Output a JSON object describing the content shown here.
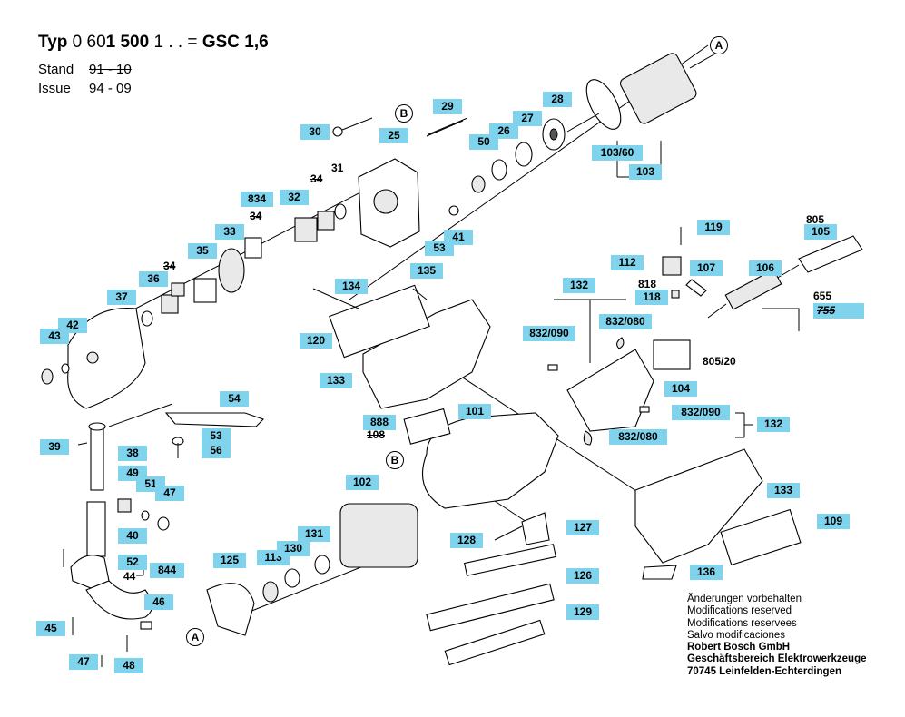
{
  "header": {
    "typ_label": "Typ",
    "typ_number_normal": "0 60",
    "typ_number_bold": "1 500",
    "typ_suffix": "1 . . =",
    "model": "GSC 1,6",
    "stand_label": "Stand",
    "stand_value": "91 - 10",
    "issue_label": "Issue",
    "issue_value": "94 - 09"
  },
  "part_labels": {
    "p30": "30",
    "p29": "29",
    "p28": "28",
    "p27": "27",
    "p26": "26",
    "p50": "50",
    "p25": "25",
    "p31": "31",
    "p34a": "34",
    "p834": "834",
    "p34b": "34",
    "p32": "32",
    "p33": "33",
    "p35": "35",
    "p34c": "34",
    "p36": "36",
    "p37": "37",
    "p42": "42",
    "p43": "43",
    "p103_60": "103/60",
    "p103": "103",
    "p53a": "53",
    "p41": "41",
    "p134": "134",
    "p135": "135",
    "p120": "120",
    "p133a": "133",
    "p54": "54",
    "p53b": "53",
    "p56": "56",
    "p39": "39",
    "p38": "38",
    "p49": "49",
    "p51": "51",
    "p47a": "47",
    "p40": "40",
    "p52": "52",
    "p44": "44",
    "p844": "844",
    "p46": "46",
    "p45": "45",
    "p47b": "47",
    "p48": "48",
    "p125": "125",
    "p113": "113",
    "p130": "130",
    "p131": "131",
    "p102": "102",
    "p888": "888",
    "p108": "108",
    "p101": "101",
    "p128": "128",
    "p127": "127",
    "p126": "126",
    "p129": "129",
    "p119": "119",
    "p112": "112",
    "p107": "107",
    "p132a": "132",
    "p818": "818",
    "p118": "118",
    "p832_090a": "832/090",
    "p832_080a": "832/080",
    "p106": "106",
    "p805": "805",
    "p105": "105",
    "p655": "655",
    "p755": "755",
    "p805_20": "805/20",
    "p104": "104",
    "p832_090b": "832/090",
    "p132b": "132",
    "p832_080b": "832/080",
    "p133b": "133",
    "p109": "109",
    "p136": "136"
  },
  "circle_refs": {
    "a_top": "A",
    "b_top": "B",
    "b_mid": "B",
    "a_bottom": "A"
  },
  "notes": {
    "line1": "Änderungen vorbehalten",
    "line2": "Modifications reserved",
    "line3": "Modifications reservees",
    "line4": "Salvo modificaciones",
    "company": "Robert Bosch GmbH",
    "division": "Geschäftsbereich Elektrowerkzeuge",
    "address": "70745 Leinfelden-Echterdingen"
  },
  "colors": {
    "label_bg": "#7fd3ec"
  }
}
